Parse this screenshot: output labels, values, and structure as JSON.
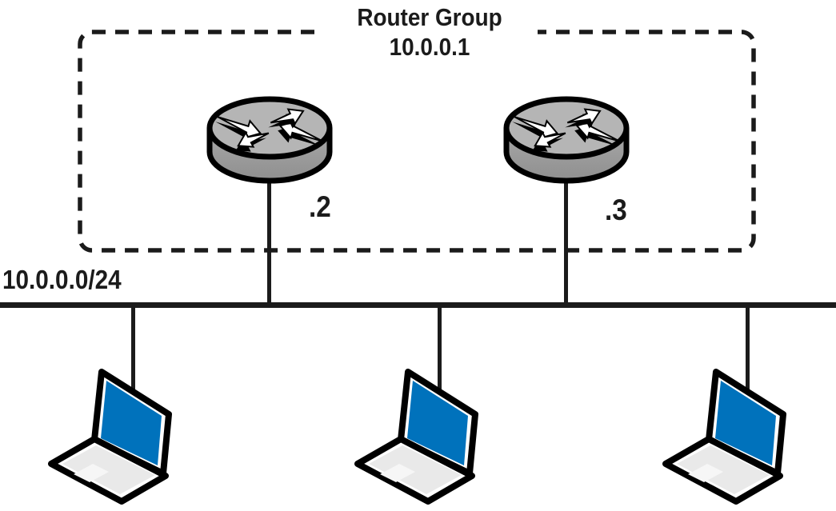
{
  "diagram": {
    "router_group": {
      "title": "Router Group",
      "virtual_ip": "10.0.0.1",
      "routers": [
        {
          "label": ".2",
          "icon": "router-icon"
        },
        {
          "label": ".3",
          "icon": "router-icon"
        }
      ]
    },
    "network": {
      "subnet_label": "10.0.0.0/24"
    },
    "hosts": [
      {
        "icon": "laptop-icon"
      },
      {
        "icon": "laptop-icon"
      },
      {
        "icon": "laptop-icon"
      }
    ],
    "colors": {
      "outline": "#1b1b1b",
      "icon_outline": "#000000",
      "laptop_screen": "#0072bc",
      "router_top": "#b5b5b5",
      "router_side": "#8f8f8f",
      "background": "#ffffff"
    }
  }
}
